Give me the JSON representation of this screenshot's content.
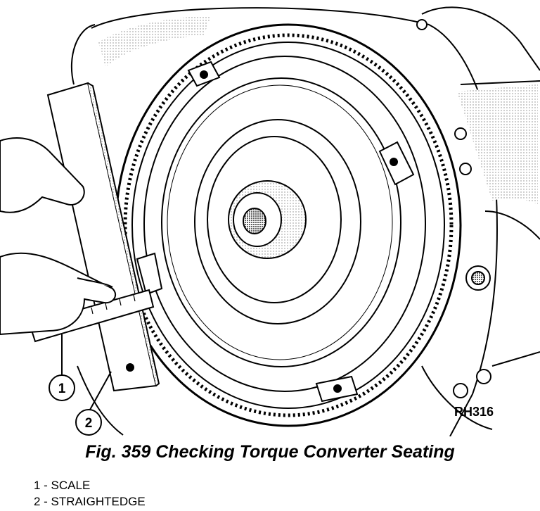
{
  "figure": {
    "caption": "Fig. 359 Checking Torque Converter Seating",
    "reference_code": "RH316",
    "callouts": [
      {
        "number": "1",
        "label": "SCALE"
      },
      {
        "number": "2",
        "label": "STRAIGHTEDGE"
      }
    ]
  },
  "legend": {
    "line1": "1 - SCALE",
    "line2": "2 - STRAIGHTEDGE"
  }
}
